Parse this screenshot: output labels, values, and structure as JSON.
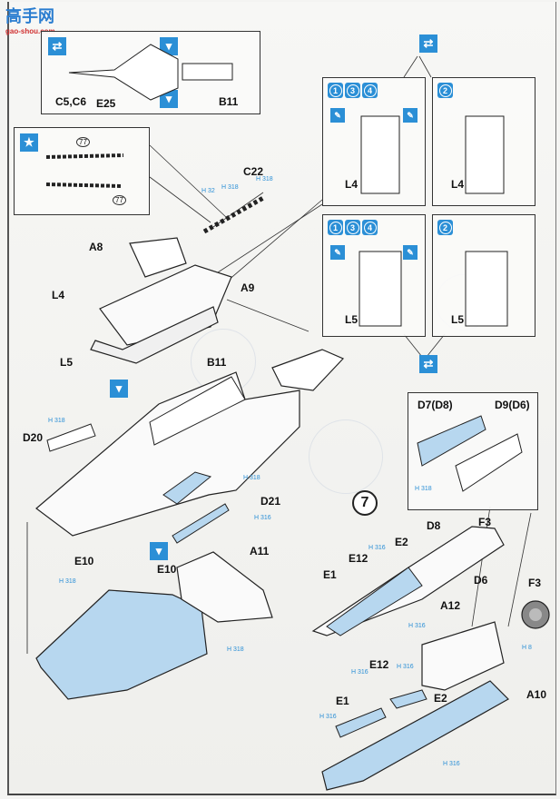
{
  "watermark": {
    "title_cn": "高手网",
    "url": "gao-shou.com"
  },
  "step_number": "7",
  "colors": {
    "accent_blue": "#2b8fd6",
    "part_fill": "#b7d7ef",
    "line": "#222222"
  },
  "top_inset": {
    "labels": [
      "C5,C6",
      "E25",
      "B11"
    ],
    "icons": [
      "flip-arrows-icon",
      "glue-tube-icon",
      "glue-tube-icon"
    ]
  },
  "star_inset": {
    "icon": "star-icon",
    "callouts": [
      "77",
      "77"
    ]
  },
  "variant_boxes": {
    "top_icon": "flip-arrows-icon",
    "bottom_icon": "flip-arrows-icon",
    "boxes": [
      {
        "versions": [
          "1",
          "3",
          "4"
        ],
        "part": "L4",
        "paint_icons": true
      },
      {
        "versions": [
          "2"
        ],
        "part": "L4",
        "paint_icons": false
      },
      {
        "versions": [
          "1",
          "3",
          "4"
        ],
        "part": "L5",
        "paint_icons": true
      },
      {
        "versions": [
          "2"
        ],
        "part": "L5",
        "paint_icons": false
      }
    ]
  },
  "cockpit_labels": {
    "c22": "C22",
    "a8": "A8",
    "a9": "A9",
    "l4": "L4",
    "l5": "L5",
    "b11": "B11"
  },
  "color_refs": {
    "h32": "H 32",
    "h318a": "H 318",
    "h318b": "H 318",
    "d20": "H 318",
    "side_a": "H 318",
    "side_b": "H 316",
    "e10": "H 318",
    "floor": "H 318",
    "inset_d7": "H 318",
    "e12_top": "H 316",
    "e1_bottom": "H 316",
    "f3": "H 8",
    "e12_b": "H 316",
    "e2_b": "H 316",
    "e1_b": "H 316",
    "a10_floor": "H 316"
  },
  "fuselage_labels": {
    "d20": "D20",
    "d21": "D21",
    "e10a": "E10",
    "e10b": "E10",
    "a11": "A11"
  },
  "engine_inset": {
    "left_label": "D7(D8)",
    "right_label": "D9(D6)"
  },
  "engine_labels": {
    "d8": "D8",
    "f3": "F3",
    "e2": "E2",
    "e12": "E12",
    "e1": "E1",
    "d6": "D6",
    "a12": "A12",
    "f3b": "F3",
    "e12b": "E12",
    "e1b": "E1",
    "e2b": "E2",
    "a10": "A10"
  }
}
